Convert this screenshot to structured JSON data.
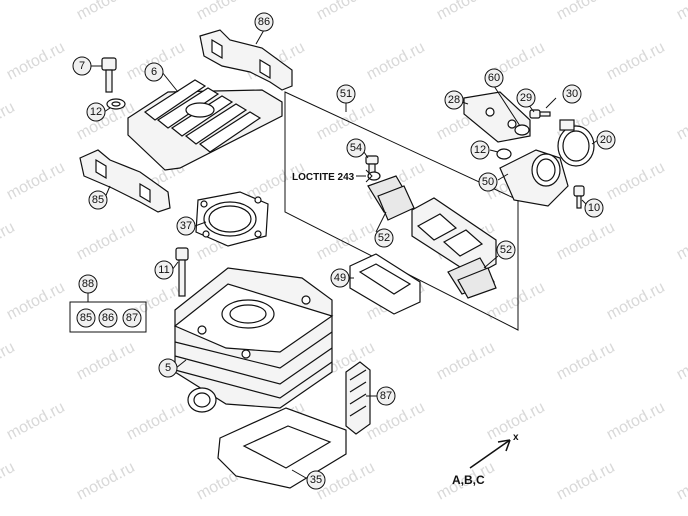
{
  "watermark": "motod.ru",
  "colors": {
    "line": "#111111",
    "part_fill": "#f4f4f4",
    "watermark": "#d9d9d9",
    "callout_fill": "#f0f0f0"
  },
  "callouts": [
    {
      "id": "86",
      "label": "86"
    },
    {
      "id": "7",
      "label": "7"
    },
    {
      "id": "6",
      "label": "6"
    },
    {
      "id": "12a",
      "label": "12"
    },
    {
      "id": "85a",
      "label": "85"
    },
    {
      "id": "37",
      "label": "37"
    },
    {
      "id": "11",
      "label": "11"
    },
    {
      "id": "88",
      "label": "88"
    },
    {
      "id": "85b",
      "label": "85"
    },
    {
      "id": "86b",
      "label": "86"
    },
    {
      "id": "87b",
      "label": "87"
    },
    {
      "id": "5",
      "label": "5"
    },
    {
      "id": "87",
      "label": "87"
    },
    {
      "id": "35",
      "label": "35"
    },
    {
      "id": "51",
      "label": "51"
    },
    {
      "id": "54",
      "label": "54"
    },
    {
      "id": "52a",
      "label": "52"
    },
    {
      "id": "52b",
      "label": "52"
    },
    {
      "id": "49",
      "label": "49"
    },
    {
      "id": "28",
      "label": "28"
    },
    {
      "id": "60",
      "label": "60"
    },
    {
      "id": "29",
      "label": "29"
    },
    {
      "id": "30",
      "label": "30"
    },
    {
      "id": "12b",
      "label": "12"
    },
    {
      "id": "20",
      "label": "20"
    },
    {
      "id": "50",
      "label": "50"
    },
    {
      "id": "10",
      "label": "10"
    }
  ],
  "notes": {
    "loctite": "LOCTITE 243"
  },
  "direction": {
    "label": "A,B,C",
    "marker": "x"
  }
}
